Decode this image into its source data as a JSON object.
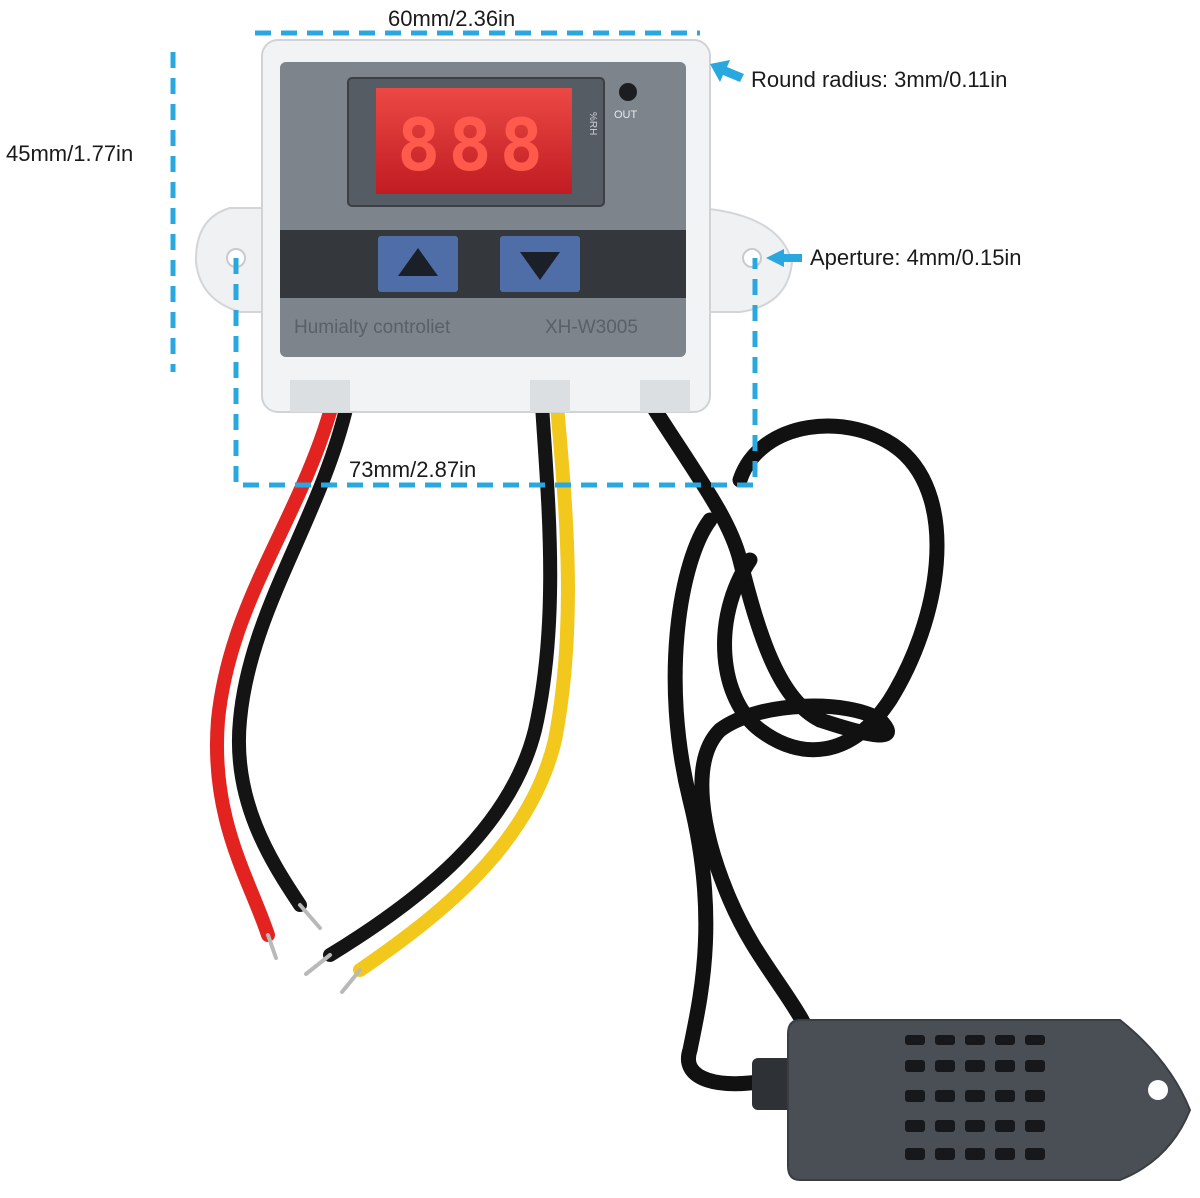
{
  "dimensions": {
    "width_label": "60mm/2.36in",
    "height_label": "45mm/1.77in",
    "length_label": "73mm/2.87in",
    "round_radius_label": "Round radius: 3mm/0.11in",
    "aperture_label": "Aperture: 4mm/0.15in"
  },
  "device": {
    "name_label": "Humialty controliet",
    "model_label": "XH-W3005",
    "display_digits": "888",
    "status_label": "OUT",
    "unit_label": "%RH"
  },
  "colors": {
    "dimension_line": "#29a8df",
    "display_red": "#e0292a",
    "housing_white": "#f2f3f4",
    "panel_gray": "#7d848c",
    "button_blue": "#4f6ea8",
    "sensor_gray": "#4a4f55",
    "wire_red": "#e3231f",
    "wire_yellow": "#f2c81d",
    "wire_black": "#141414"
  },
  "icons": {
    "up_button": "triangle-up-icon",
    "down_button": "triangle-down-icon",
    "callout_arrow": "arrow-left-icon"
  }
}
